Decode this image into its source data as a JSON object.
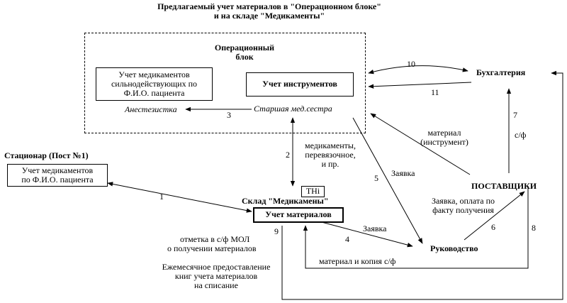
{
  "title": {
    "line1": "Предлагаемый учет материалов в \"Операционном блоке\"",
    "line2": "и на складе \"Медикаменты\""
  },
  "op_block": {
    "title_line1": "Операционный",
    "title_line2": "блок",
    "drug_box": [
      "Учет медикаментов",
      "сильнодействующих по",
      "Ф.И.О. пациента"
    ],
    "anesthetist": "Анестезистка",
    "instruments_box": "Учет инструментов",
    "head_nurse": "Старшая мед.сестра"
  },
  "accounting": "Бухгалтерия",
  "stationar": {
    "title": "Стационар (Пост №1)",
    "box": [
      "Учет медикаментов",
      "по Ф.И.О. пациента"
    ]
  },
  "warehouse": {
    "thi": "THi",
    "title": "Склад \"Медикамены\"",
    "box": "Учет материалов"
  },
  "suppliers": "ПОСТАВЩИКИ",
  "management": "Руководство",
  "edges": {
    "e1": "1",
    "e2": "2",
    "e2_label": [
      "медикаменты,",
      "перевязочное,",
      "и пр."
    ],
    "e3": "3",
    "e4": "4",
    "e4_label": "Заявка",
    "e5": "5",
    "e5_label": "Заявка",
    "e6": "6",
    "e6_label": [
      "Заявка, оплата по",
      "факту получения"
    ],
    "e7": "7",
    "e7_label": "с/ф",
    "e8": "8",
    "e8_label": "материал и копия с/ф",
    "e9": "9",
    "e10": "10",
    "e11": "11",
    "supplier_material": [
      "материал",
      "(инструмент)"
    ]
  },
  "notes": {
    "mol_line1": "отметка в с/ф МОЛ",
    "mol_line2": "о получении материалов",
    "monthly": [
      "Ежемесячное предоставление",
      "книг учета материалов",
      "на списание"
    ]
  }
}
